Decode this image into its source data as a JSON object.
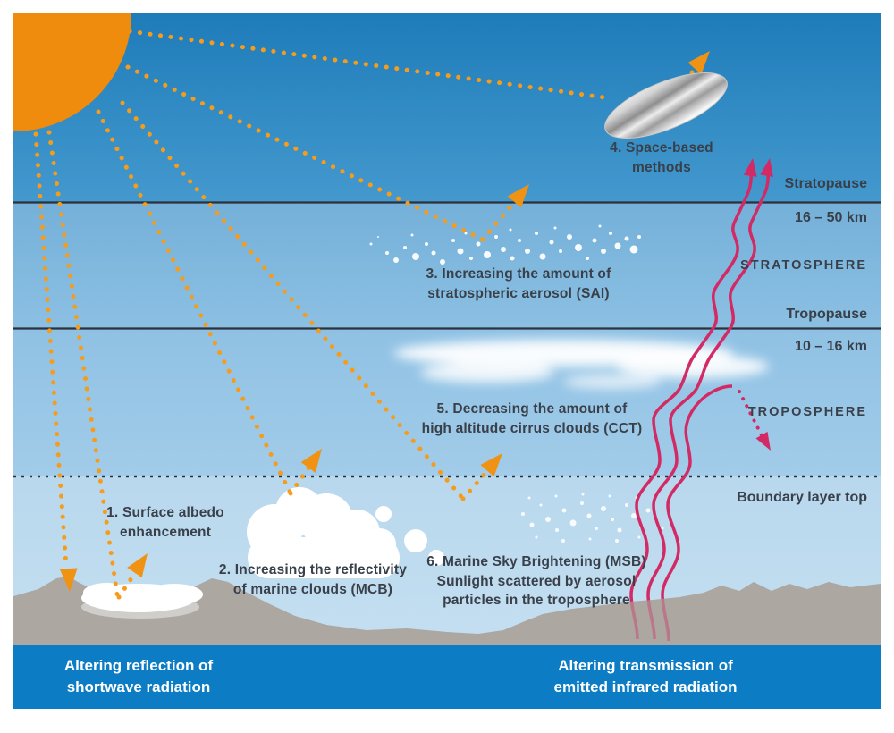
{
  "diagram": {
    "methods": [
      {
        "lines": [
          "1. Surface albedo",
          "enhancement"
        ]
      },
      {
        "lines": [
          "2. Increasing the reflectivity",
          "of marine clouds (MCB)"
        ]
      },
      {
        "lines": [
          "3. Increasing the amount of",
          "stratospheric aerosol (SAI)"
        ]
      },
      {
        "lines": [
          "4. Space-based",
          "methods"
        ]
      },
      {
        "lines": [
          "5. Decreasing the amount of",
          "high altitude cirrus clouds (CCT)"
        ]
      },
      {
        "lines": [
          "6. Marine Sky Brightening (MSB)",
          "Sunlight scattered by aerosol",
          "particles in the troposphere"
        ]
      }
    ],
    "atmosphere_labels": {
      "stratopause": "Stratopause",
      "stratosphere_range": "16 – 50 km",
      "stratosphere": "STRATOSPHERE",
      "tropopause": "Tropopause",
      "troposphere_range": "10 – 16 km",
      "troposphere": "TROPOSPHERE",
      "boundary": "Boundary layer top"
    },
    "footer": {
      "left_lines": [
        "Altering reflection of",
        "shortwave radiation"
      ],
      "right_lines": [
        "Altering transmission of",
        "emitted infrared radiation"
      ]
    },
    "elements": {
      "icons": [
        "sun-icon",
        "space-mirror-icon",
        "marine-cloud-icon",
        "cirrus-cloud-icon",
        "aerosol-particles-icon",
        "snow-patch-icon",
        "ground-icon",
        "sunlight-ray-icon",
        "infrared-wave-icon"
      ]
    },
    "colors": {
      "sun": "#EF8C0D",
      "sunlight_ray": "#F59C1C",
      "infrared_wave": "#D22A64",
      "footer_band": "#0C7CC4",
      "ground": "#ACA7A1",
      "label_text": "#39404A"
    }
  }
}
